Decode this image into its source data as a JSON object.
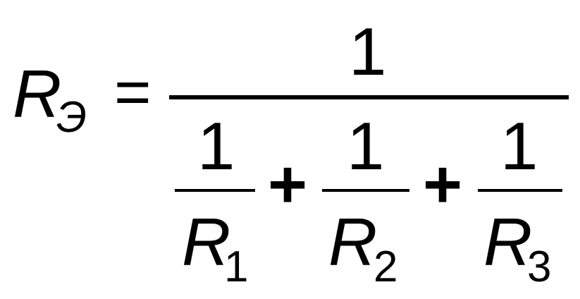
{
  "formula": {
    "lhs": {
      "symbol": "R",
      "subscript": "Э"
    },
    "equals": "=",
    "numerator": "1",
    "terms": [
      {
        "numerator": "1",
        "symbol": "R",
        "subscript": "1"
      },
      {
        "numerator": "1",
        "symbol": "R",
        "subscript": "2"
      },
      {
        "numerator": "1",
        "symbol": "R",
        "subscript": "3"
      }
    ],
    "operators": [
      "+",
      "+"
    ]
  }
}
